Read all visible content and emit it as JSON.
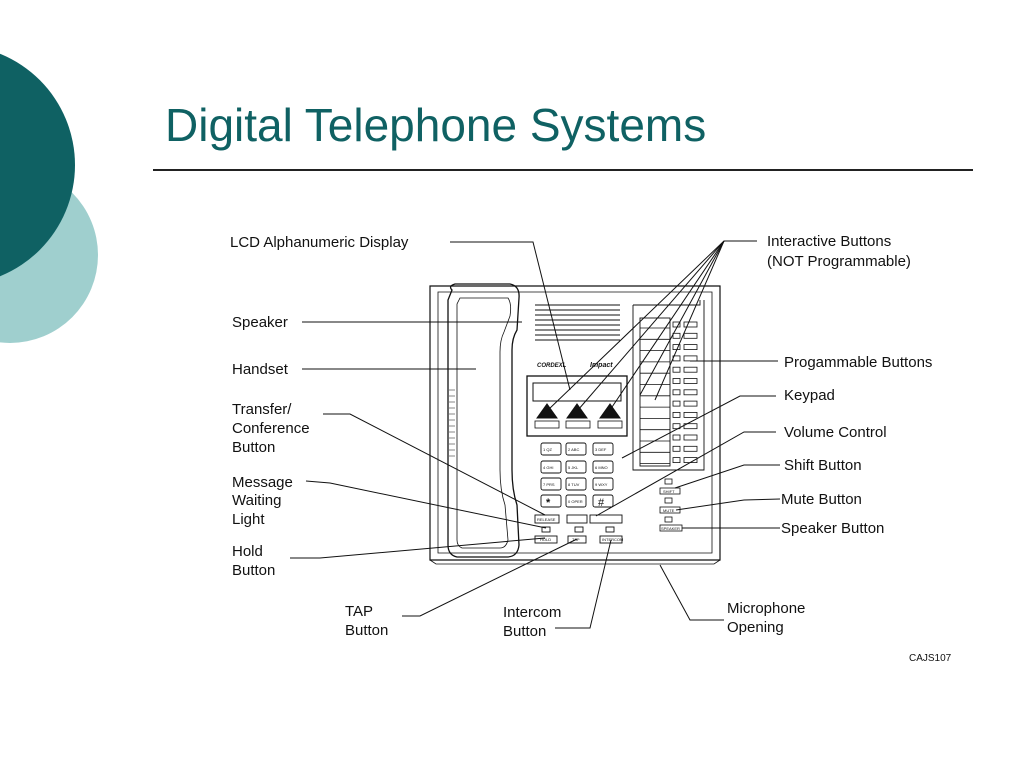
{
  "slide": {
    "title": "Digital Telephone Systems",
    "colors": {
      "title": "#0f6163",
      "decor_dark": "#0f6163",
      "decor_light": "#9fcfce"
    }
  },
  "diagram": {
    "labels": {
      "lcd_display": "LCD Alphanumeric Display",
      "interactive_1": "Interactive Buttons",
      "interactive_2": "(NOT Programmable)",
      "speaker": "Speaker",
      "programmable": "Progammable Buttons",
      "handset": "Handset",
      "keypad": "Keypad",
      "transfer_1": "Transfer/",
      "transfer_2": "Conference",
      "transfer_3": "Button",
      "volume": "Volume Control",
      "shift": "Shift Button",
      "message_1": "Message",
      "message_2": "Waiting",
      "message_3": "Light",
      "mute": "Mute Button",
      "speaker_button": "Speaker Button",
      "hold_1": "Hold",
      "hold_2": "Button",
      "tap_1": "TAP",
      "tap_2": "Button",
      "intercom_1": "Intercom",
      "intercom_2": "Button",
      "microphone_1": "Microphone",
      "microphone_2": "Opening"
    },
    "figure_code": "CAJS107",
    "phone_text": {
      "brand": "CORDEXL",
      "model": "Impact",
      "keys": [
        "1 QZ",
        "2 ABC",
        "3 DEF",
        "4 GHI",
        "5 JKL",
        "6 MNO",
        "7 PRS",
        "8 TUV",
        "9 WXY",
        "*",
        "0 OPER",
        "#"
      ],
      "release": "RELEASE",
      "hold": "HOLD",
      "tap": "TAP",
      "intercom": "INTERCOM",
      "shift": "SHIFT",
      "mute": "MUTE",
      "spkr": "SPEAKER"
    }
  }
}
